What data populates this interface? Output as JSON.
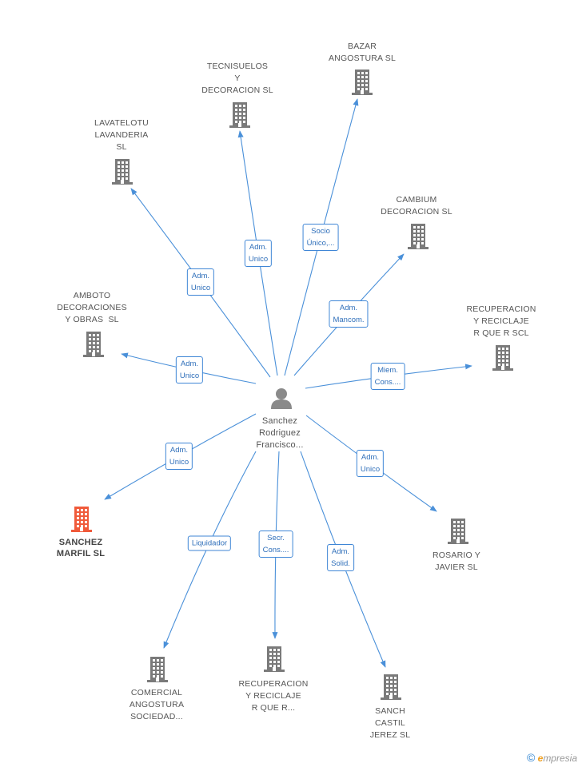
{
  "colors": {
    "edge": "#4a90d9",
    "building": "#7a7a7a",
    "building_focus": "#f05a3a",
    "person": "#8a8a8a"
  },
  "center": {
    "name": "Sanchez\nRodriguez\nFrancisco...",
    "icon": "person-icon"
  },
  "companies": [
    {
      "id": "bazar",
      "name": "BAZAR\nANGOSTURA SL",
      "icon": "building-icon"
    },
    {
      "id": "tecnisuelos",
      "name": "TECNISUELOS\nY\nDECORACION SL",
      "icon": "building-icon"
    },
    {
      "id": "lavatelotu",
      "name": "LAVATELOTU\nLAVANDERIA\nSL",
      "icon": "building-icon"
    },
    {
      "id": "cambium",
      "name": "CAMBIUM\nDECORACION SL",
      "icon": "building-icon"
    },
    {
      "id": "amboto",
      "name": "AMBOTO\nDECORACIONES\nY OBRAS  SL",
      "icon": "building-icon"
    },
    {
      "id": "recup1",
      "name": "RECUPERACION\nY RECICLAJE\nR QUE R SCL",
      "icon": "building-icon"
    },
    {
      "id": "sanchez",
      "name": "SANCHEZ\nMARFIL SL",
      "icon": "building-icon",
      "highlighted": true
    },
    {
      "id": "rosario",
      "name": "ROSARIO Y\nJAVIER SL",
      "icon": "building-icon"
    },
    {
      "id": "comercial",
      "name": "COMERCIAL\nANGOSTURA\nSOCIEDAD...",
      "icon": "building-icon"
    },
    {
      "id": "recup2",
      "name": "RECUPERACION\nY RECICLAJE\nR QUE R...",
      "icon": "building-icon"
    },
    {
      "id": "sanch",
      "name": "SANCH\nCASTIL\nJEREZ SL",
      "icon": "building-icon"
    }
  ],
  "relations": [
    {
      "target": "bazar",
      "label": "Socio\nÚnico,..."
    },
    {
      "target": "tecnisuelos",
      "label": "Adm.\nUnico"
    },
    {
      "target": "lavatelotu",
      "label": "Adm.\nUnico"
    },
    {
      "target": "cambium",
      "label": "Adm.\nMancom."
    },
    {
      "target": "amboto",
      "label": "Adm.\nUnico"
    },
    {
      "target": "recup1",
      "label": "Miem.\nCons...."
    },
    {
      "target": "sanchez",
      "label": "Adm.\nUnico"
    },
    {
      "target": "rosario",
      "label": "Adm.\nUnico"
    },
    {
      "target": "comercial",
      "label": "Liquidador"
    },
    {
      "target": "recup2",
      "label": "Secr.\nCons...."
    },
    {
      "target": "sanch",
      "label": "Adm.\nSolid."
    }
  ],
  "brand": {
    "copyright": "©",
    "initial": "e",
    "rest": "mpresia"
  }
}
